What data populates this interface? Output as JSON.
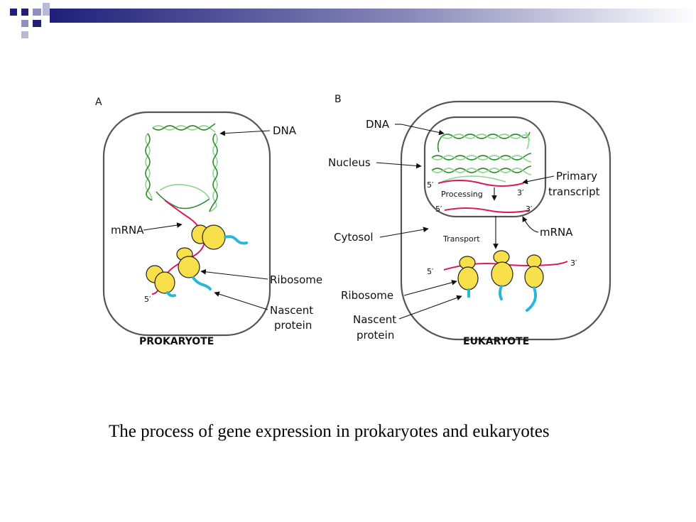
{
  "colors": {
    "header_dark": "#1f1f7a",
    "header_light": "#ffffff",
    "dna": "#2e8b2e",
    "mrna": "#d81b60",
    "ribosome": "#f7e04a",
    "protein": "#29b6d8"
  },
  "panel_a": {
    "letter": "A",
    "dna": "DNA",
    "mrna": "mRNA",
    "ribosome": "Ribosome",
    "nascent_line1": "Nascent",
    "nascent_line2": "protein",
    "five_prime": "5′",
    "title": "PROKARYOTE"
  },
  "panel_b": {
    "letter": "B",
    "dna": "DNA",
    "nucleus": "Nucleus",
    "primary_line1": "Primary",
    "primary_line2": "transcript",
    "processing": "Processing",
    "cytosol": "Cytosol",
    "transport": "Transport",
    "mrna": "mRNA",
    "ribosome": "Ribosome",
    "nascent_line1": "Nascent",
    "nascent_line2": "protein",
    "five_prime": "5′",
    "three_prime": "3′",
    "title": "EUKARYOTE"
  },
  "caption": "The process of gene expression in prokaryotes and eukaryotes"
}
